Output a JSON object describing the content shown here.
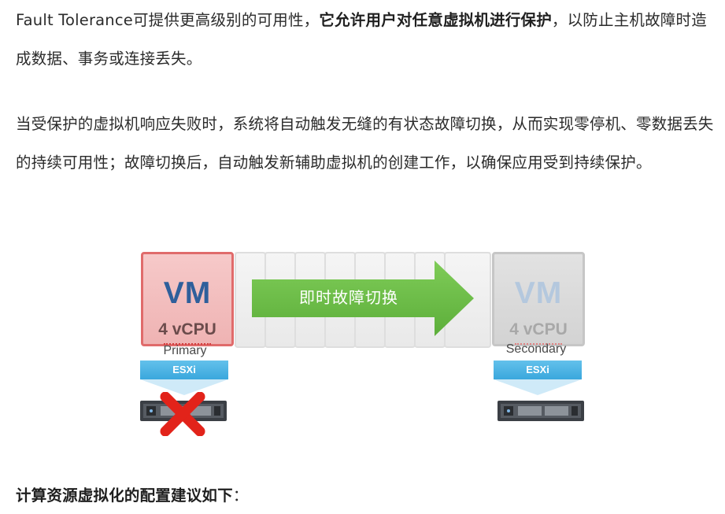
{
  "paragraph1": {
    "text_a": "Fault Tolerance可提供更高级别的可用性，",
    "text_bold": "它允许用户对任意虚拟机进行保护",
    "text_b": "，以防止主机故障时造成数据、事务或连接丢失。"
  },
  "paragraph2": {
    "text": "当受保护的虚拟机响应失败时，系统将自动触发无缝的有状态故障切换，从而实现零停机、零数据丢失的持续可用性；故障切换后，自动触发新辅助虚拟机的创建工作，以确保应用受到持续保护。"
  },
  "diagram": {
    "primary": {
      "vm_label": "VM",
      "vcpu_label": "4 vCPU",
      "role_label": "Primary",
      "esxi_label": "ESXi"
    },
    "secondary": {
      "vm_label": "VM",
      "vcpu_label": "4 vCPU",
      "role_label": "Secondary",
      "esxi_label": "ESXi"
    },
    "arrow_label": "即时故障切换",
    "colors": {
      "primary_border": "#e06b6b",
      "arrow_green": "#6cbf45",
      "esxi_blue": "#3aa7dd",
      "fail_red": "#e2231a"
    }
  },
  "heading": {
    "bold": "计算资源虚拟化的配置建议如下",
    "suffix": "："
  }
}
